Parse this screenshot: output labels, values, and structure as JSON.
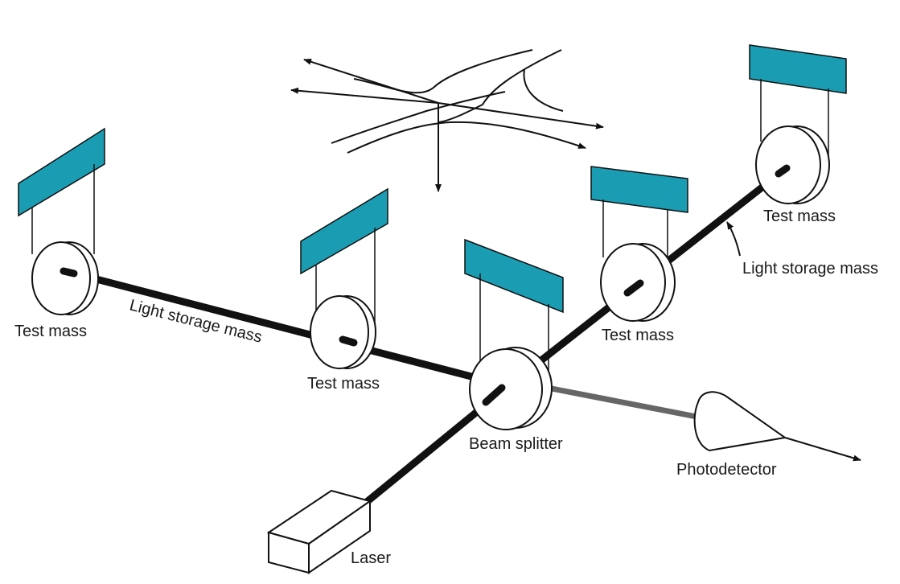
{
  "labels": {
    "test_mass_left": "Test mass",
    "light_storage_left": "Light storage mass",
    "test_mass_mid": "Test mass",
    "beam_splitter": "Beam splitter",
    "test_mass_right": "Test mass",
    "test_mass_far": "Test mass",
    "light_storage_right": "Light storage mass",
    "photodetector": "Photodetector",
    "laser": "Laser"
  },
  "colors": {
    "mirror_mount": "#1a9db3",
    "beam": "#111111",
    "output_beam": "#666666",
    "outline": "#111111"
  }
}
